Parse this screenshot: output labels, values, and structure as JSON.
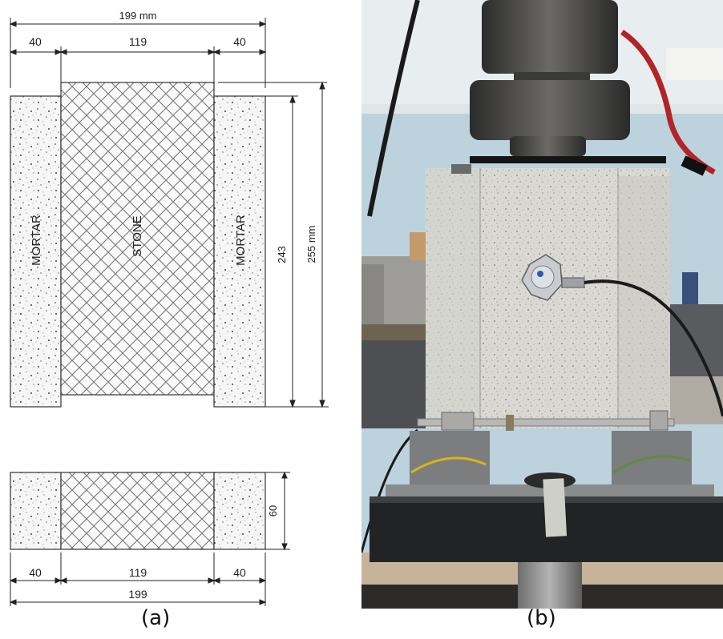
{
  "panel_a": {
    "caption": "(a)",
    "total_width_label": "199 mm",
    "left_strip_label": "40",
    "center_label": "119",
    "right_strip_label": "40",
    "side_height_label": "243",
    "total_height_label": "255 mm",
    "left_material": "MORTAR",
    "center_material": "STONE",
    "right_material": "MORTAR",
    "depth_label": "60",
    "bottom_left_label": "40",
    "bottom_center_label": "119",
    "bottom_right_label": "40",
    "bottom_total_label": "199"
  },
  "panel_b": {
    "caption": "(b)"
  }
}
